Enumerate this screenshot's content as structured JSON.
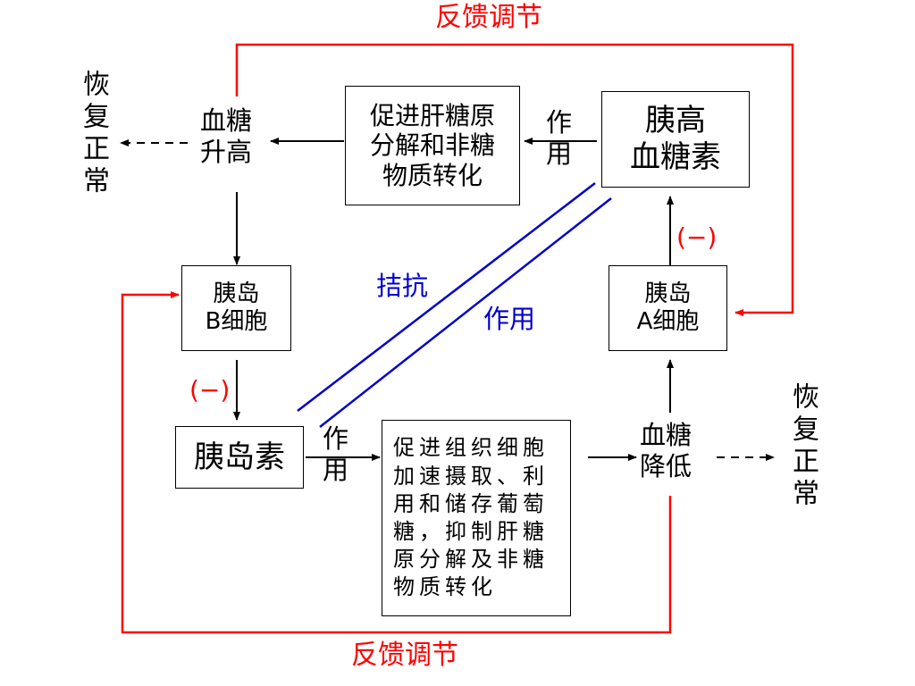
{
  "feedback_top": "反馈调节",
  "feedback_bottom": "反馈调节",
  "recover_left": "恢复正常",
  "recover_right": "恢复正常",
  "blood_sugar_rise": "血糖\n升高",
  "blood_sugar_fall": "血糖\n降低",
  "glucagon_effect": "促进肝糖原\n分解和非糖\n物质转化",
  "insulin_effect": "促进组织细胞\n加速摄取、利\n用和储存葡萄\n糖，抑制肝糖\n原分解及非糖\n物质转化",
  "glucagon": "胰高\n血糖素",
  "insulin": "胰岛素",
  "beta_cell": "胰岛\nB细胞",
  "alpha_cell": "胰岛\nA细胞",
  "act_top": "作\n用",
  "act_bottom": "作\n用",
  "inhibit_left": "(−)",
  "inhibit_right": "(−)",
  "antagonism_1": "拮抗",
  "antagonism_2": "作用",
  "colors": {
    "feedback": "#ff0000",
    "antagonism": "#0000cc",
    "main": "#000000"
  }
}
